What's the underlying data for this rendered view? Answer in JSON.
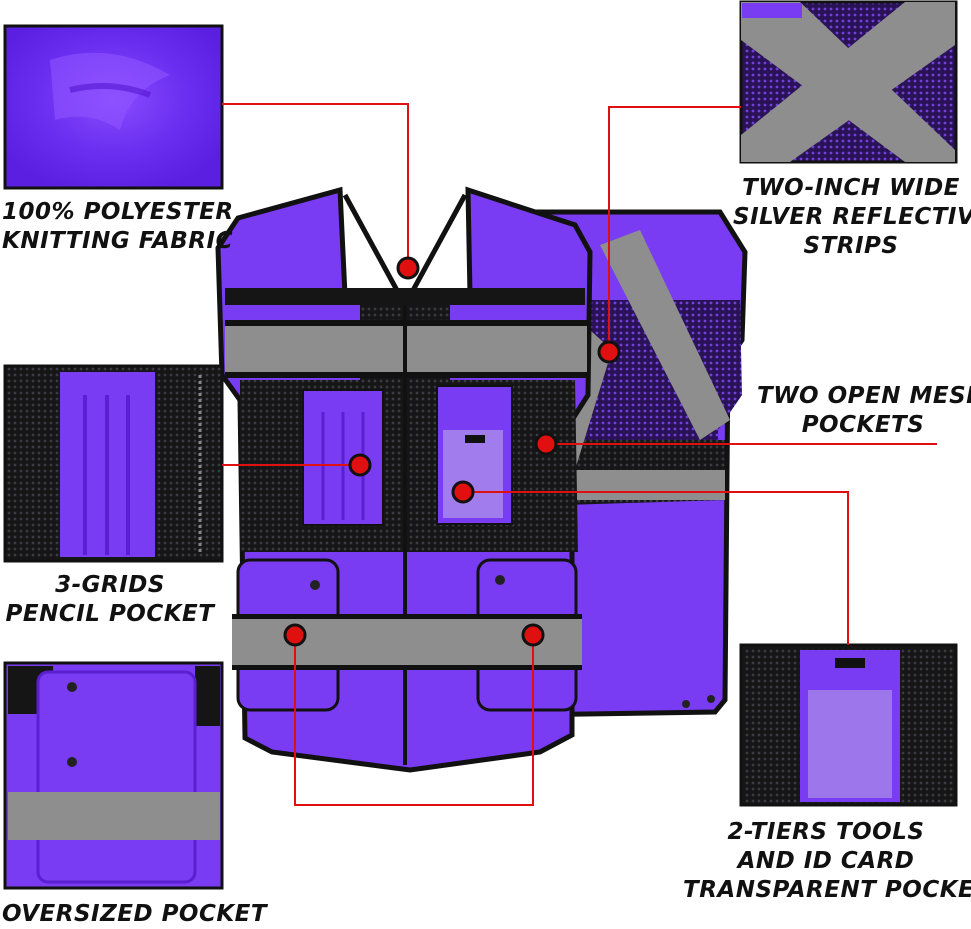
{
  "colors": {
    "vest_purple": "#7a3cf2",
    "vest_dark": "#5a1fd0",
    "reflective_silver": "#8e8e8e",
    "mesh_black": "#141414",
    "callout_red": "#e01010",
    "text": "#111111"
  },
  "callouts": {
    "fabric": {
      "line1": "100% POLYESTER",
      "line2": "KNITTING FABRIC"
    },
    "reflective": {
      "line1": "TWO-INCH WIDE",
      "line2": "SILVER REFLECTIVE",
      "line3": "STRIPS"
    },
    "mesh": {
      "line1": "TWO OPEN MESH",
      "line2": "POCKETS"
    },
    "pencil": {
      "line1": "3-GRIDS",
      "line2": "PENCIL POCKET"
    },
    "oversized": {
      "line1": "OVERSIZED POCKET"
    },
    "id_card": {
      "line1": "2-TIERS TOOLS",
      "line2": "AND ID CARD",
      "line3": "TRANSPARENT POCKET"
    }
  },
  "icons": [
    "callout-dot-icon"
  ]
}
